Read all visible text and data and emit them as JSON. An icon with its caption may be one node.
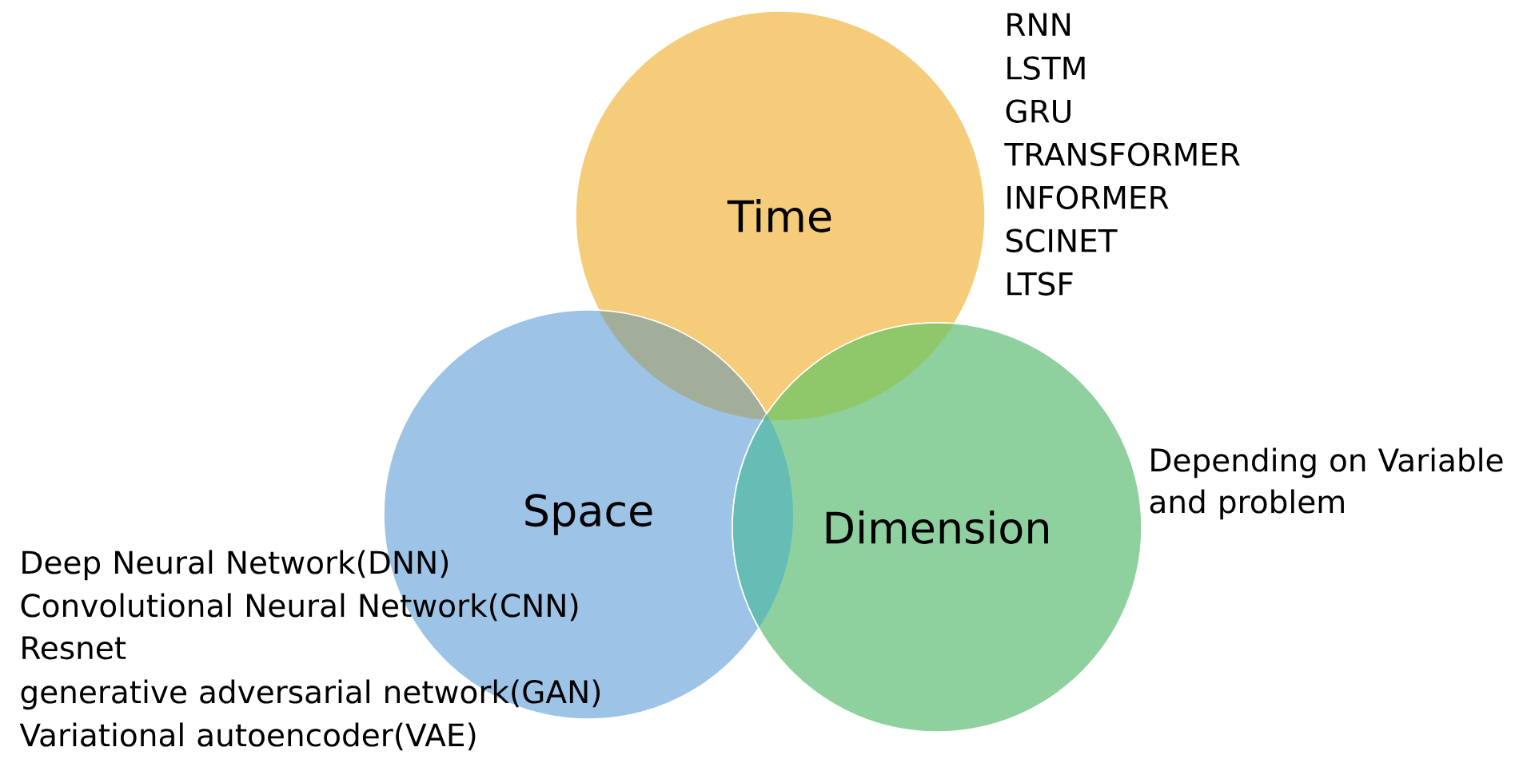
{
  "diagram": {
    "nodes": [
      {
        "text": [
          "Time"
        ],
        "beside": [
          "RNN",
          "LSTM",
          "GRU",
          "TRANSFORMER",
          "INFORMER",
          "SCINET",
          "LTSF"
        ]
      },
      {
        "text": [
          "Space"
        ],
        "beside": [
          "Deep Neural Network(DNN)",
          "Convolutional Neural Network(CNN)",
          "Resnet",
          "generative adversarial network(GAN)",
          "Variational autoencoder(VAE)"
        ]
      },
      {
        "text": [
          "Dimension"
        ],
        "beside": [
          "Depending on Variable and problem"
        ]
      }
    ]
  }
}
